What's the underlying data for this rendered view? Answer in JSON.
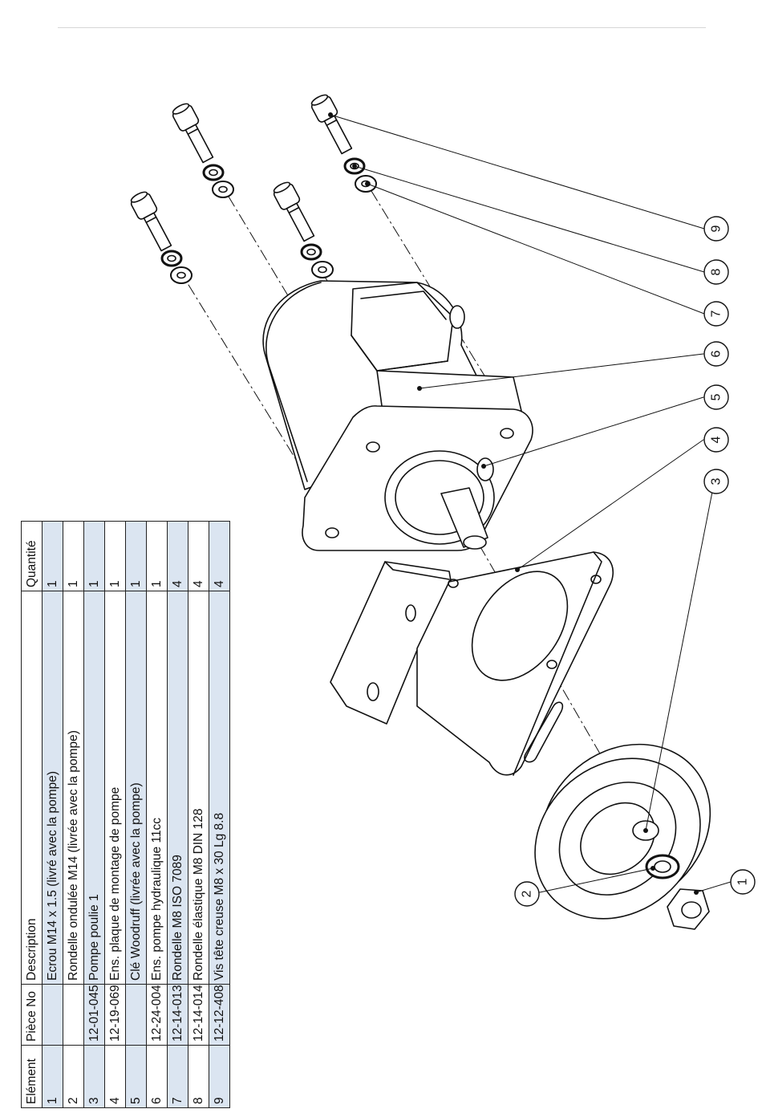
{
  "table": {
    "headers": [
      "Elément",
      "Pièce No",
      "Description",
      "Quantité"
    ],
    "rows": [
      {
        "element": "1",
        "piece_no": "",
        "description": "Ecrou M14 x 1.5 (livré avec la pompe)",
        "quantite": "1"
      },
      {
        "element": "2",
        "piece_no": "",
        "description": "Rondelle ondulée M14 (livrée avec la pompe)",
        "quantite": "1"
      },
      {
        "element": "3",
        "piece_no": "12-01-045",
        "description": "Pompe poulie 1",
        "quantite": "1"
      },
      {
        "element": "4",
        "piece_no": "12-19-069",
        "description": "Ens. plaque de montage de pompe",
        "quantite": "1"
      },
      {
        "element": "5",
        "piece_no": "",
        "description": "Clé Woodruff (livrée avec la pompe)",
        "quantite": "1"
      },
      {
        "element": "6",
        "piece_no": "12-24-004",
        "description": "Ens. pompe hydraulique 11cc",
        "quantite": "1"
      },
      {
        "element": "7",
        "piece_no": "12-14-013",
        "description": "Rondelle M8 ISO 7089",
        "quantite": "4"
      },
      {
        "element": "8",
        "piece_no": "12-14-014",
        "description": "Rondelle élastique M8 DIN 128",
        "quantite": "4"
      },
      {
        "element": "9",
        "piece_no": "12-12-408",
        "description": "Vis tête creuse M8 x 30 Lg 8.8",
        "quantite": "4"
      }
    ]
  },
  "callouts": [
    "1",
    "2",
    "3",
    "4",
    "5",
    "6",
    "7",
    "8",
    "9"
  ]
}
